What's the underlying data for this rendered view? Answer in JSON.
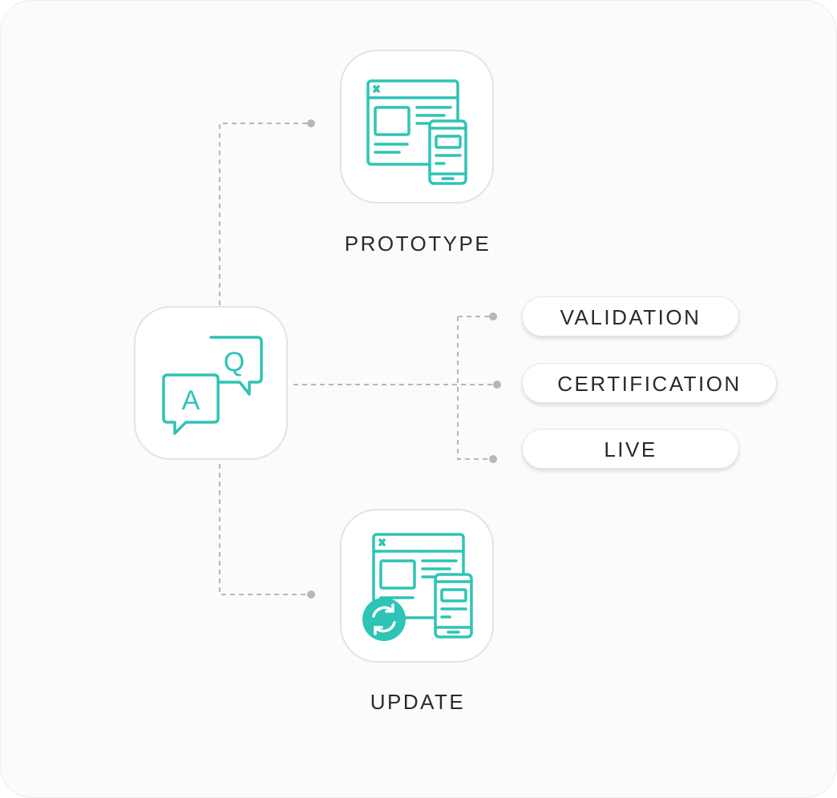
{
  "colors": {
    "accent": "#2ec4b6",
    "connector": "#b4b8bd",
    "text": "#2a2a2a",
    "card_border": "#e3e3e3"
  },
  "center": {
    "icon": "qa-chat-bubbles-icon",
    "answer_letter": "A",
    "question_letter": "Q"
  },
  "prototype": {
    "label": "PROTOTYPE",
    "icon": "browser-and-phone-icon"
  },
  "update": {
    "label": "UPDATE",
    "icon": "browser-phone-sync-icon"
  },
  "stages": [
    {
      "label": "VALIDATION"
    },
    {
      "label": "CERTIFICATION"
    },
    {
      "label": "LIVE"
    }
  ]
}
